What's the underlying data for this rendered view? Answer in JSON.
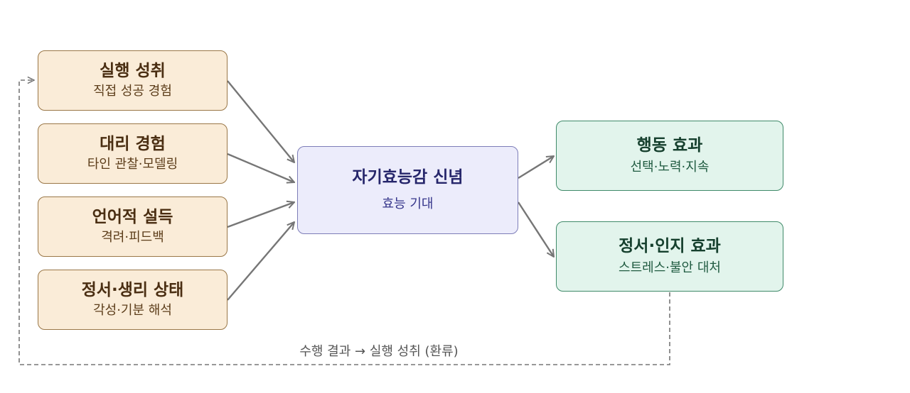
{
  "sources": [
    {
      "title": "실행 성취",
      "subtitle": "직접 성공 경험"
    },
    {
      "title": "대리 경험",
      "subtitle": "타인 관찰·모델링"
    },
    {
      "title": "언어적 설득",
      "subtitle": "격려·피드백"
    },
    {
      "title": "정서·생리 상태",
      "subtitle": "각성·기분 해석"
    }
  ],
  "center": {
    "title": "자기효능감 신념",
    "subtitle": "효능 기대"
  },
  "outcomes": [
    {
      "title": "행동 효과",
      "subtitle": "선택·노력·지속"
    },
    {
      "title": "정서·인지 효과",
      "subtitle": "스트레스·불안 대처"
    }
  ],
  "feedback_label": "수행 결과 → 실행 성취 (환류)",
  "colors": {
    "source_fill": "#faecd8",
    "center_fill": "#ececfb",
    "outcome_fill": "#e2f4ec",
    "arrow": "#767676"
  }
}
